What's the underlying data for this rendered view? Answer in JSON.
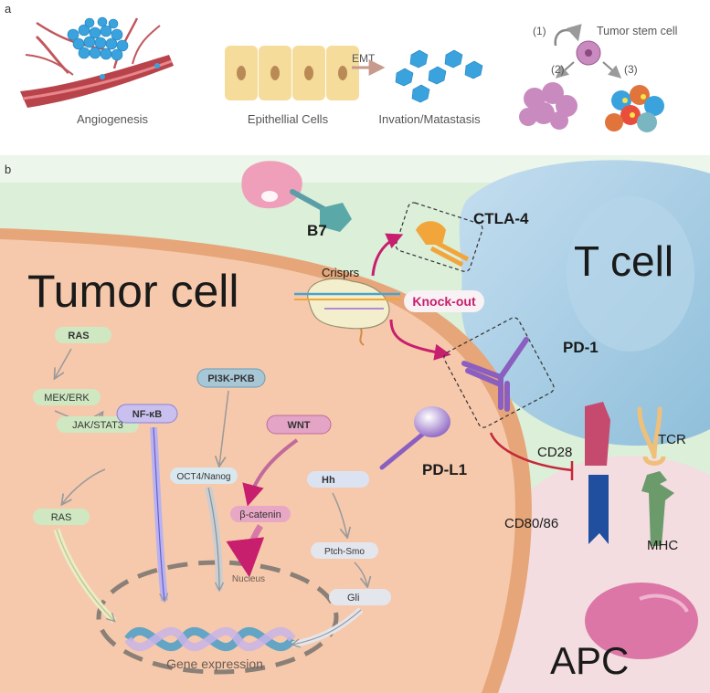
{
  "panel_a": {
    "label": "a",
    "angiogenesis": "Angiogenesis",
    "epithelial": "Epithellial Cells",
    "emt": "EMT",
    "invasion": "Invation/Matastasis",
    "step1": "(1)",
    "step2": "(2)",
    "step3": "(3)",
    "tumor_stem_cell": "Tumor stem cell"
  },
  "panel_b": {
    "label": "b",
    "tumor_cell": "Tumor cell",
    "t_cell": "T cell",
    "apc": "APC",
    "b7": "B7",
    "ctla4": "CTLA-4",
    "crisprs": "Crisprs",
    "knockout": "Knock-out",
    "pd1": "PD-1",
    "pdl1": "PD-L1",
    "cd28": "CD28",
    "tcr": "TCR",
    "cd8086": "CD80/86",
    "mhc": "MHC",
    "pathway": {
      "ras": "RAS",
      "mek_erk": "MEK/ERK",
      "jak_stat3": "JAK/STAT3",
      "ras2": "RAS",
      "nfkb": "NF-κB",
      "pi3k": "PI3K-PKB",
      "oct4": "OCT4/Nanog",
      "wnt": "WNT",
      "bcatenin": "β-catenin",
      "hh": "Hh",
      "ptch": "Ptch-Smo",
      "gli": "Gli",
      "nucleus": "Nucleus",
      "gene_expression": "Gene expression"
    }
  },
  "colors": {
    "tumor_fill": "#f6c9ac",
    "tumor_border": "#e6a679",
    "tcell_fill": "#a9cde0",
    "background_green": "#dcefd9",
    "apc_fill": "#f3dde0",
    "inhibit_red": "#c4283a",
    "knockout_pink": "#c81e6e",
    "vessel_red": "#b8434b",
    "cell_blue": "#3aa3de",
    "epithelial_yellow": "#f5dc9a"
  }
}
